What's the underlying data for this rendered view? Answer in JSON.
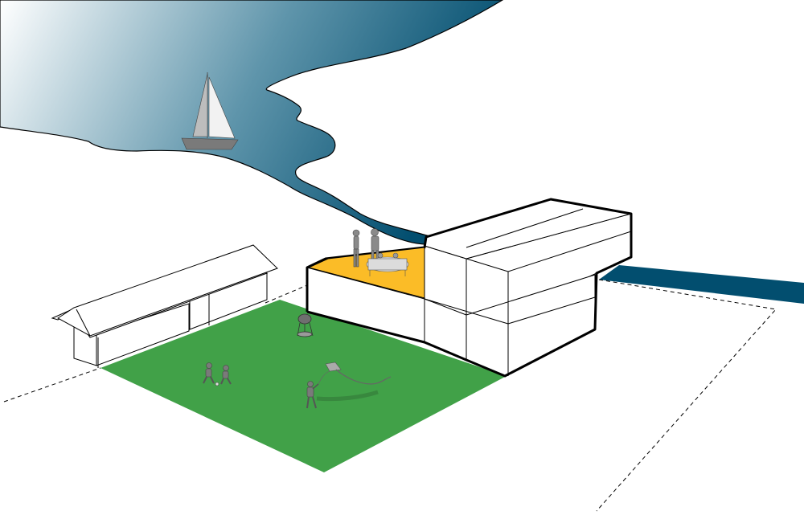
{
  "diagram": {
    "type": "axonometric-site-diagram",
    "colors": {
      "background": "#ffffff",
      "water_light": "#ffffff",
      "water_dark": "#024e6f",
      "lawn": "#41a148",
      "deck": "#fbbc27",
      "outline": "#000000",
      "figure": "#8a8a8a"
    },
    "elements": [
      "sea",
      "sailboat",
      "shed",
      "lawn",
      "house",
      "roof-deck",
      "people-on-deck",
      "dining-table",
      "barbecue-grill",
      "children-playing",
      "child-flying-kite",
      "kite",
      "property-boundary"
    ]
  }
}
